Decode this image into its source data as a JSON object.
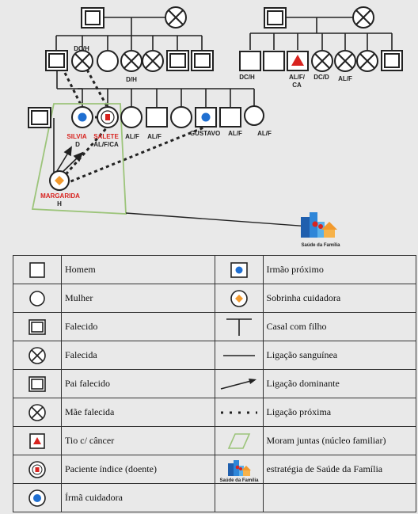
{
  "genogram": {
    "labels": {
      "dc_h_top": "DC/H",
      "d_h": "D/H",
      "dc_h_right": "DC/H",
      "al_f_ca_uncle_1": "AL/F/",
      "al_f_ca_uncle_2": "CA",
      "dc_d": "DC/D",
      "al_f_right": "AL/F",
      "silvia": "SILVIA",
      "silvia_code": "D",
      "salete": "SALETE",
      "salete_code": "AL/F/CA",
      "al_f_1": "AL/F",
      "al_f_2": "AL/F",
      "gustavo": "GUSTAVO",
      "al_f_3": "AL/F",
      "al_f_4": "AL/F",
      "margarida": "MARGARIDA",
      "margarida_code": "H"
    },
    "logo_caption": "Saúde da Família"
  },
  "colors": {
    "accent_red": "#d8231f",
    "accent_blue": "#1f6fd1",
    "accent_orange": "#f29a2e",
    "nucleus_green": "#9cc47a"
  },
  "legend": {
    "rows": [
      {
        "left_icon": "square-icon",
        "left": "Homem",
        "right_icon": "blue-dot-square-icon",
        "right": "Irmão próximo"
      },
      {
        "left_icon": "circle-icon",
        "left": "Mulher",
        "right_icon": "orange-diamond-circle-icon",
        "right": "Sobrinha cuidadora"
      },
      {
        "left_icon": "double-square-icon",
        "left": "Falecido",
        "right_icon": "couple-with-child-icon",
        "right": "Casal com filho"
      },
      {
        "left_icon": "crossed-circle-icon",
        "left": "Falecida",
        "right_icon": "line-icon",
        "right": "Ligação sanguínea"
      },
      {
        "left_icon": "double-square-icon",
        "left": "Pai falecido",
        "right_icon": "arrow-icon",
        "right": "Ligação dominante"
      },
      {
        "left_icon": "crossed-circle-icon",
        "left": "Mãe falecida",
        "right_icon": "dotted-line-icon",
        "right": "Ligação próxima"
      },
      {
        "left_icon": "red-triangle-square-icon",
        "left": "Tio c/ câncer",
        "right_icon": "green-parallelogram-icon",
        "right": "Moram juntas (núcleo familiar)"
      },
      {
        "left_icon": "red-square-circle-icon",
        "left": "Paciente índice (doente)",
        "right_icon": "saude-familia-logo-icon",
        "right": "estratégia de Saúde da Família"
      },
      {
        "left_icon": "blue-dot-circle-icon",
        "left": "Írmã cuidadora",
        "right_icon": "",
        "right": ""
      }
    ],
    "logo_caption": "Saúde da Família"
  }
}
